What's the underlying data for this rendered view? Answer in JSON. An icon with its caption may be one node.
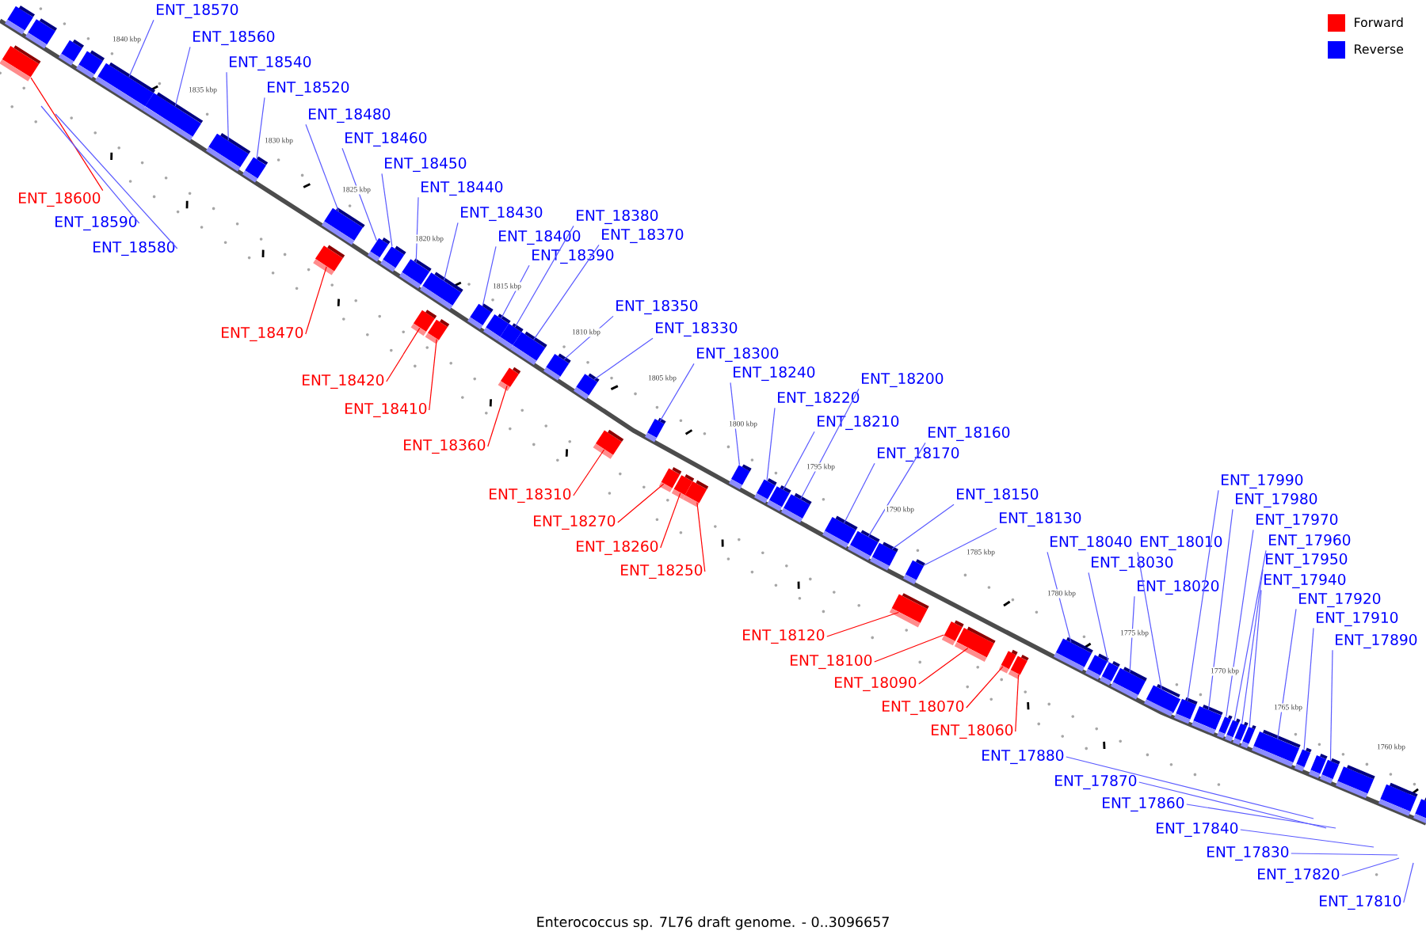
{
  "diagram": {
    "caption": "Enterococcus sp. 7L76 draft genome. - 0..3096657",
    "nodes": [
      {
        "text": [
          "ENT_18570"
        ]
      },
      {
        "text": [
          "ENT_18560"
        ]
      },
      {
        "text": [
          "ENT_18540"
        ]
      },
      {
        "text": [
          "ENT_18520"
        ]
      },
      {
        "text": [
          "ENT_18480"
        ]
      },
      {
        "text": [
          "ENT_18460"
        ]
      },
      {
        "text": [
          "ENT_18450"
        ]
      },
      {
        "text": [
          "ENT_18440"
        ]
      },
      {
        "text": [
          "ENT_18430"
        ]
      },
      {
        "text": [
          "ENT_18380"
        ]
      },
      {
        "text": [
          "ENT_18400"
        ]
      },
      {
        "text": [
          "ENT_18370"
        ]
      },
      {
        "text": [
          "ENT_18390"
        ]
      },
      {
        "text": [
          "ENT_18350"
        ]
      },
      {
        "text": [
          "ENT_18330"
        ]
      },
      {
        "text": [
          "ENT_18300"
        ]
      },
      {
        "text": [
          "ENT_18240"
        ]
      },
      {
        "text": [
          "ENT_18200"
        ]
      },
      {
        "text": [
          "ENT_18220"
        ]
      },
      {
        "text": [
          "ENT_18210"
        ]
      },
      {
        "text": [
          "ENT_18160"
        ]
      },
      {
        "text": [
          "ENT_18170"
        ]
      },
      {
        "text": [
          "ENT_17990"
        ]
      },
      {
        "text": [
          "ENT_18150"
        ]
      },
      {
        "text": [
          "ENT_17980"
        ]
      },
      {
        "text": [
          "ENT_18130"
        ]
      },
      {
        "text": [
          "ENT_17970"
        ]
      },
      {
        "text": [
          "ENT_18040"
        ]
      },
      {
        "text": [
          "ENT_18010"
        ]
      },
      {
        "text": [
          "ENT_17960"
        ]
      },
      {
        "text": [
          "ENT_17950"
        ]
      },
      {
        "text": [
          "ENT_18030"
        ]
      },
      {
        "text": [
          "ENT_17940"
        ]
      },
      {
        "text": [
          "ENT_18020"
        ]
      },
      {
        "text": [
          "ENT_17920"
        ]
      },
      {
        "text": [
          "ENT_17910"
        ]
      },
      {
        "text": [
          "ENT_17890"
        ]
      },
      {
        "text": [
          "ENT_18600"
        ]
      },
      {
        "text": [
          "ENT_18590"
        ]
      },
      {
        "text": [
          "ENT_18580"
        ]
      },
      {
        "text": [
          "ENT_18470"
        ]
      },
      {
        "text": [
          "ENT_18420"
        ]
      },
      {
        "text": [
          "ENT_18410"
        ]
      },
      {
        "text": [
          "ENT_18360"
        ]
      },
      {
        "text": [
          "ENT_18310"
        ]
      },
      {
        "text": [
          "ENT_18270"
        ]
      },
      {
        "text": [
          "ENT_18260"
        ]
      },
      {
        "text": [
          "ENT_18250"
        ]
      },
      {
        "text": [
          "ENT_18120"
        ]
      },
      {
        "text": [
          "ENT_18100"
        ]
      },
      {
        "text": [
          "ENT_18090"
        ]
      },
      {
        "text": [
          "ENT_18070"
        ]
      },
      {
        "text": [
          "ENT_18060"
        ]
      },
      {
        "text": [
          "ENT_17880"
        ]
      },
      {
        "text": [
          "ENT_17870"
        ]
      },
      {
        "text": [
          "ENT_17860"
        ]
      },
      {
        "text": [
          "ENT_17840"
        ]
      },
      {
        "text": [
          "ENT_17830"
        ]
      },
      {
        "text": [
          "ENT_17820"
        ]
      },
      {
        "text": [
          "ENT_17810"
        ]
      },
      {
        "text": [],
        "shape": "box"
      },
      {
        "text": [],
        "shape": "box"
      },
      {
        "text": [],
        "shape": "box"
      },
      {
        "text": [],
        "shape": "box"
      },
      {
        "text": [],
        "shape": "box"
      },
      {
        "text": [],
        "shape": "box"
      },
      {
        "text": [],
        "shape": "box"
      },
      {
        "text": [],
        "shape": "box"
      },
      {
        "text": [],
        "shape": "box"
      },
      {
        "text": [],
        "shape": "box"
      },
      {
        "text": [],
        "shape": "box"
      },
      {
        "text": [],
        "shape": "box"
      },
      {
        "text": [],
        "shape": "box"
      },
      {
        "text": [],
        "shape": "box"
      },
      {
        "text": [],
        "shape": "box"
      },
      {
        "text": [],
        "shape": "box"
      },
      {
        "text": [],
        "shape": "box"
      },
      {
        "text": [],
        "shape": "box"
      },
      {
        "text": [],
        "shape": "box"
      },
      {
        "text": [],
        "shape": "box"
      },
      {
        "text": [],
        "shape": "box"
      },
      {
        "text": [],
        "shape": "box"
      },
      {
        "text": [],
        "shape": "box"
      },
      {
        "text": [],
        "shape": "box"
      },
      {
        "text": [],
        "shape": "box"
      },
      {
        "text": [],
        "shape": "box"
      },
      {
        "text": [],
        "shape": "box"
      },
      {
        "text": [],
        "shape": "box"
      },
      {
        "text": [],
        "shape": "box"
      },
      {
        "text": [],
        "shape": "box"
      },
      {
        "text": [],
        "shape": "box"
      },
      {
        "text": [],
        "shape": "box"
      },
      {
        "text": [],
        "shape": "box"
      },
      {
        "text": [],
        "shape": "box"
      },
      {
        "text": [],
        "shape": "box"
      },
      {
        "text": [],
        "shape": "box"
      },
      {
        "text": [],
        "shape": "box"
      },
      {
        "text": [],
        "shape": "box"
      },
      {
        "text": [],
        "shape": "box"
      },
      {
        "text": [],
        "shape": "box"
      },
      {
        "text": [],
        "shape": "box"
      },
      {
        "text": [],
        "shape": "box"
      },
      {
        "text": [],
        "shape": "box"
      },
      {
        "text": [],
        "shape": "box"
      },
      {
        "text": [],
        "shape": "box"
      },
      {
        "text": [],
        "shape": "box"
      },
      {
        "text": [],
        "shape": "box"
      },
      {
        "text": [],
        "shape": "box"
      },
      {
        "text": [],
        "shape": "box"
      },
      {
        "text": [],
        "shape": "box"
      },
      {
        "text": [],
        "shape": "box"
      },
      {
        "text": [],
        "shape": "box"
      },
      {
        "text": [],
        "shape": "box"
      },
      {
        "text": [],
        "shape": "box"
      },
      {
        "text": [],
        "shape": "box"
      },
      {
        "text": [],
        "shape": "box"
      },
      {
        "text": [],
        "shape": "box"
      },
      {
        "text": [],
        "shape": "box"
      },
      {
        "text": [],
        "shape": "box"
      },
      {
        "text": [],
        "shape": "box"
      }
    ],
    "edges": [
      {
        "from": 0,
        "to": 64,
        "arrow": "none"
      },
      {
        "from": 1,
        "to": 65,
        "arrow": "none"
      },
      {
        "from": 2,
        "to": 66,
        "arrow": "none"
      },
      {
        "from": 3,
        "to": 67,
        "arrow": "none"
      },
      {
        "from": 4,
        "to": 68,
        "arrow": "none"
      },
      {
        "from": 5,
        "to": 69,
        "arrow": "none"
      },
      {
        "from": 6,
        "to": 70,
        "arrow": "none"
      },
      {
        "from": 7,
        "to": 71,
        "arrow": "none"
      },
      {
        "from": 8,
        "to": 72,
        "arrow": "none"
      },
      {
        "from": 9,
        "to": 75,
        "arrow": "none"
      },
      {
        "from": 10,
        "to": 73,
        "arrow": "none"
      },
      {
        "from": 11,
        "to": 76,
        "arrow": "none"
      },
      {
        "from": 12,
        "to": 74,
        "arrow": "none"
      },
      {
        "from": 13,
        "to": 77,
        "arrow": "none"
      },
      {
        "from": 14,
        "to": 78,
        "arrow": "none"
      },
      {
        "from": 15,
        "to": 79,
        "arrow": "none"
      },
      {
        "from": 16,
        "to": 80,
        "arrow": "none"
      },
      {
        "from": 17,
        "to": 83,
        "arrow": "none"
      },
      {
        "from": 18,
        "to": 81,
        "arrow": "none"
      },
      {
        "from": 19,
        "to": 82,
        "arrow": "none"
      },
      {
        "from": 20,
        "to": 85,
        "arrow": "none"
      },
      {
        "from": 21,
        "to": 84,
        "arrow": "none"
      },
      {
        "from": 22,
        "to": 93,
        "arrow": "none"
      },
      {
        "from": 23,
        "to": 86,
        "arrow": "none"
      },
      {
        "from": 24,
        "to": 94,
        "arrow": "none"
      },
      {
        "from": 25,
        "to": 87,
        "arrow": "none"
      },
      {
        "from": 26,
        "to": 95,
        "arrow": "none"
      },
      {
        "from": 27,
        "to": 88,
        "arrow": "none"
      },
      {
        "from": 28,
        "to": 92,
        "arrow": "none"
      },
      {
        "from": 29,
        "to": 96,
        "arrow": "none"
      },
      {
        "from": 30,
        "to": 97,
        "arrow": "none"
      },
      {
        "from": 31,
        "to": 90,
        "arrow": "none"
      },
      {
        "from": 32,
        "to": 98,
        "arrow": "none"
      },
      {
        "from": 33,
        "to": 91,
        "arrow": "none"
      },
      {
        "from": 34,
        "to": 99,
        "arrow": "none"
      },
      {
        "from": 35,
        "to": 100,
        "arrow": "none"
      },
      {
        "from": 36,
        "to": 102,
        "arrow": "none"
      },
      {
        "from": 37,
        "to": 106,
        "arrow": "none",
        "color": "#ff0000"
      },
      {
        "from": 38,
        "to": null,
        "arrow": "none"
      },
      {
        "from": 39,
        "to": null,
        "arrow": "none"
      },
      {
        "from": 40,
        "to": 107,
        "arrow": "none",
        "color": "#ff0000"
      },
      {
        "from": 41,
        "to": 108,
        "arrow": "none",
        "color": "#ff0000"
      },
      {
        "from": 42,
        "to": 109,
        "arrow": "none",
        "color": "#ff0000"
      },
      {
        "from": 43,
        "to": 110,
        "arrow": "none",
        "color": "#ff0000"
      },
      {
        "from": 44,
        "to": 111,
        "arrow": "none",
        "color": "#ff0000"
      },
      {
        "from": 45,
        "to": 112,
        "arrow": "none",
        "color": "#ff0000"
      },
      {
        "from": 46,
        "to": 113,
        "arrow": "none",
        "color": "#ff0000"
      },
      {
        "from": 47,
        "to": 114,
        "arrow": "none",
        "color": "#ff0000"
      },
      {
        "from": 48,
        "to": 115,
        "arrow": "none",
        "color": "#ff0000"
      },
      {
        "from": 49,
        "to": 116,
        "arrow": "none",
        "color": "#ff0000"
      },
      {
        "from": 50,
        "to": 117,
        "arrow": "none",
        "color": "#ff0000"
      },
      {
        "from": 51,
        "to": 118,
        "arrow": "none",
        "color": "#ff0000"
      },
      {
        "from": 52,
        "to": 119,
        "arrow": "none",
        "color": "#ff0000"
      },
      {
        "from": 53,
        "to": null,
        "arrow": "none"
      },
      {
        "from": 54,
        "to": null,
        "arrow": "none"
      },
      {
        "from": 55,
        "to": null,
        "arrow": "none"
      },
      {
        "from": 56,
        "to": null,
        "arrow": "none"
      },
      {
        "from": 57,
        "to": null,
        "arrow": "none"
      },
      {
        "from": 58,
        "to": null,
        "arrow": "none"
      },
      {
        "from": 59,
        "to": null,
        "arrow": "none"
      }
    ],
    "labels": [
      "1840 kbp",
      "1835 kbp",
      "1830 kbp",
      "1825 kbp",
      "1820 kbp",
      "1815 kbp",
      "1810 kbp",
      "1805 kbp",
      "1800 kbp",
      "1795 kbp",
      "1790 kbp",
      "1785 kbp",
      "1780 kbp",
      "1775 kbp",
      "1770 kbp",
      "1765 kbp",
      "1760 kbp"
    ],
    "legend": [
      {
        "text": "Forward",
        "color": "#ff0000"
      },
      {
        "text": "Reverse",
        "color": "#0000ff"
      }
    ]
  }
}
